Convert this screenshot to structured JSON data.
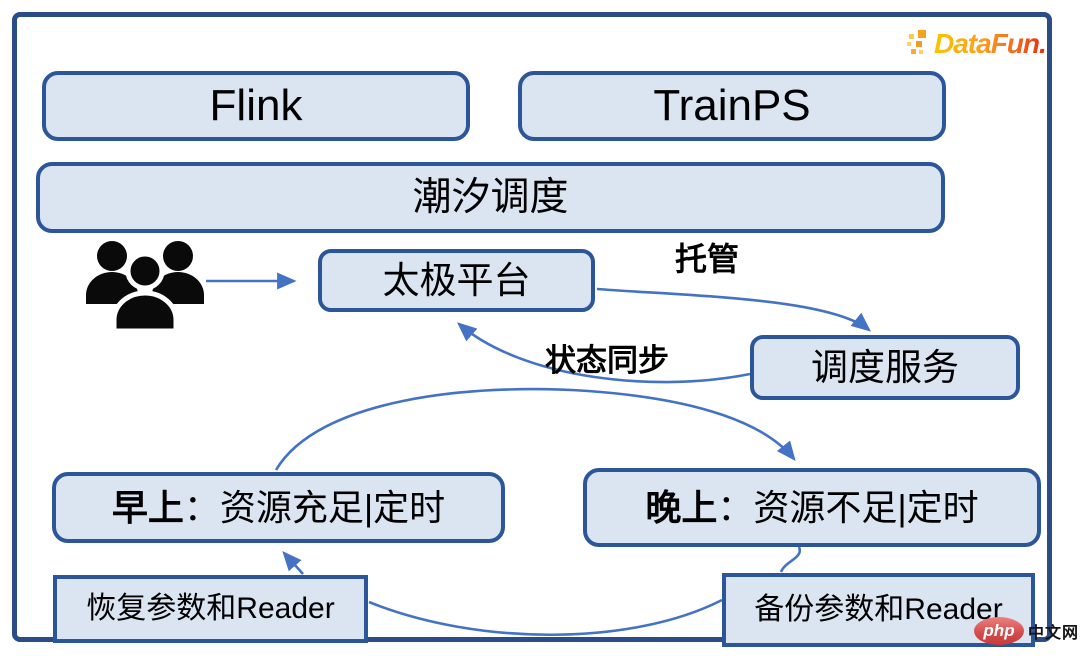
{
  "colors": {
    "frame": "#2a4d87",
    "box_fill": "#dbe5f2",
    "box_border": "#2b579a",
    "arrow": "#4472c4",
    "datafun_orange": "#f8921a",
    "php_red": "#d34a4a"
  },
  "boxes": {
    "flink": {
      "label": "Flink"
    },
    "trainps": {
      "label": "TrainPS"
    },
    "tidal": {
      "label": "潮汐调度"
    },
    "taiji": {
      "label": "太极平台"
    },
    "scheduler": {
      "label": "调度服务"
    },
    "morning": {
      "prefix": "早上",
      "rest": "：资源充足|定时"
    },
    "night": {
      "prefix": "晚上",
      "rest": "：资源不足|定时"
    },
    "restore": {
      "label": "恢复参数和Reader"
    },
    "backup": {
      "label": "备份参数和Reader"
    }
  },
  "edges": {
    "host": {
      "label": "托管"
    },
    "sync": {
      "label": "状态同步"
    }
  },
  "watermarks": {
    "datafun": "DataFun.",
    "php": "php",
    "php_site": "中文网"
  }
}
